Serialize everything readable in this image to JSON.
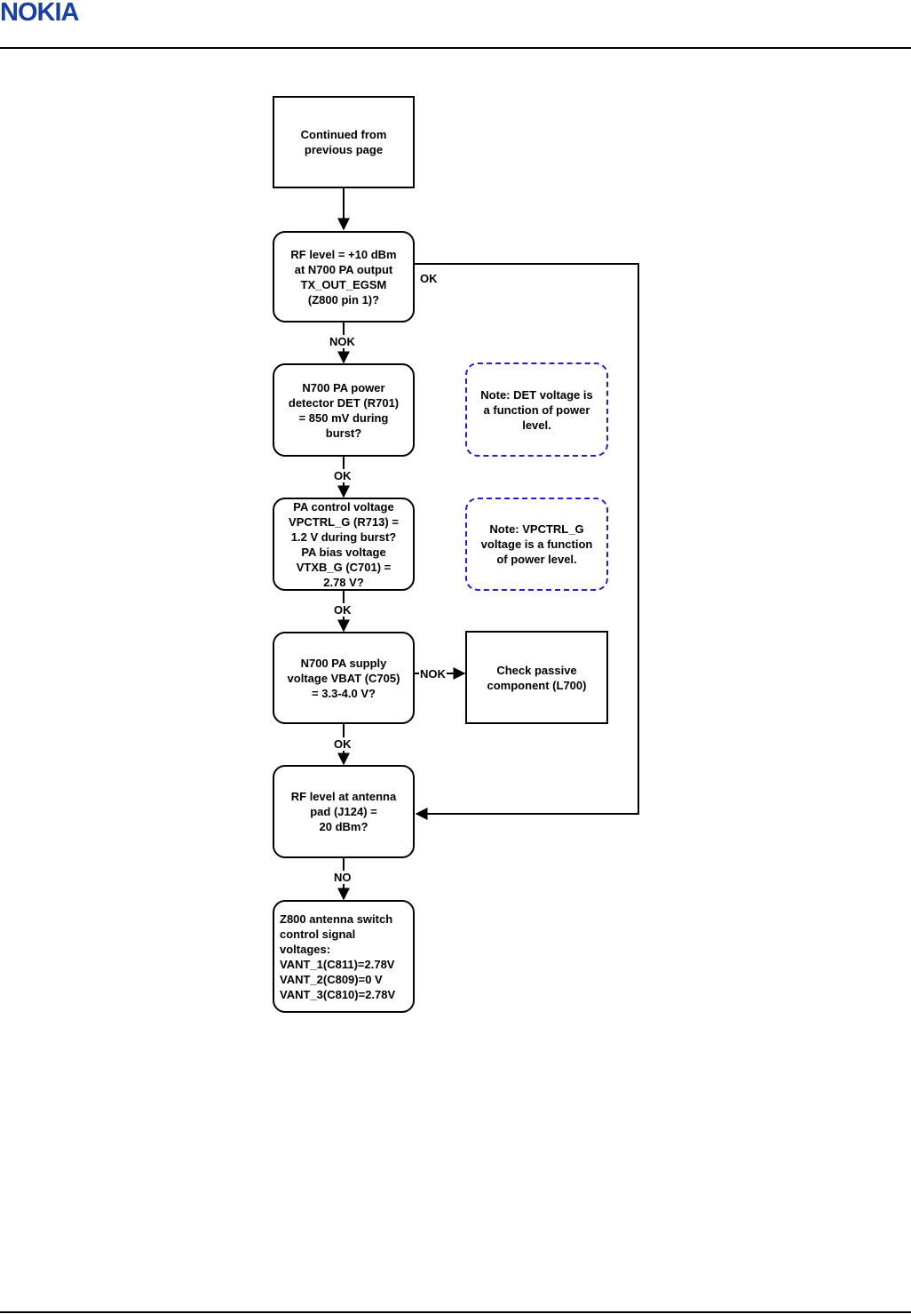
{
  "header": {
    "brand": "NOKIA",
    "brand_color": "#1a3fa6"
  },
  "flowchart": {
    "start": "Continued from\nprevious page",
    "rf_level_output": "RF level = +10 dBm\nat N700 PA output\nTX_OUT_EGSM\n(Z800 pin 1)?",
    "power_detector": "N700 PA power\ndetector DET (R701)\n= 850 mV during\nburst?",
    "control_voltage": "PA control voltage\nVPCTRL_G (R713) =\n1.2 V during burst?\nPA bias voltage\nVTXB_G (C701) =\n2.78 V?",
    "supply_voltage": "N700 PA supply\nvoltage VBAT (C705)\n= 3.3-4.0 V?",
    "check_passive": "Check passive\ncomponent (L700)",
    "rf_level_antenna": "RF level at antenna\npad (J124) =\n20 dBm?",
    "antenna_switch": "Z800 antenna switch\ncontrol signal\nvoltages:\nVANT_1(C811)=2.78V\nVANT_2(C809)=0 V\nVANT_3(C810)=2.78V",
    "note_det": "Note: DET voltage is\na function of power\nlevel.",
    "note_vpctrl": "Note: VPCTRL_G\nvoltage is a function\nof power level.",
    "labels": {
      "ok_bypass": "OK",
      "nok_1": "NOK",
      "ok_1": "OK",
      "ok_2": "OK",
      "nok_supply": "NOK",
      "ok_3": "OK",
      "no": "NO"
    },
    "note_border_color": "#1f1fcf"
  }
}
